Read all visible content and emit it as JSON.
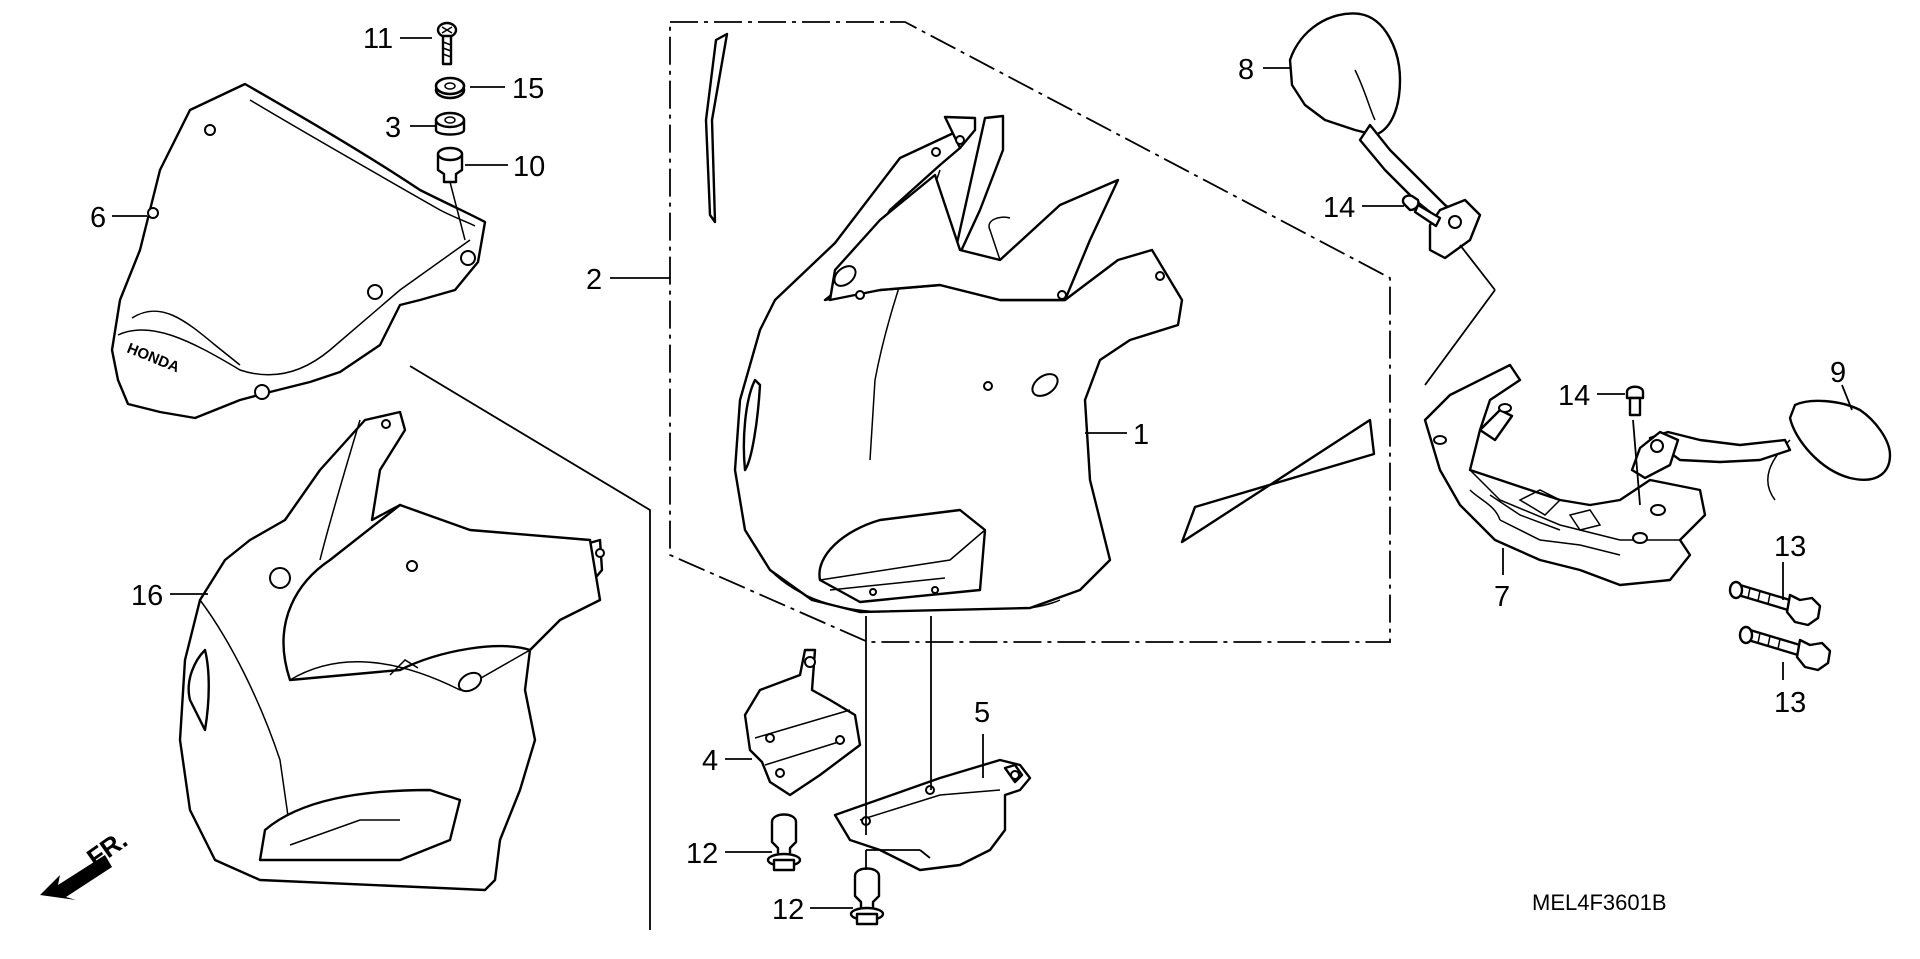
{
  "diagram": {
    "drawing_code": "MEL4F3601B",
    "screen_brand_text": "HONDA",
    "direction_label": "FR.",
    "callouts": {
      "upper_cowl": "1",
      "upper_cowl_set": "2",
      "screen_grommet": "3",
      "left_inner_cover": "4",
      "right_inner_cover": "5",
      "windscreen": "6",
      "cowl_stay": "7",
      "left_mirror": "8",
      "right_mirror": "9",
      "screen_collar": "10",
      "screen_screw": "11",
      "clip_left": "12",
      "clip_right": "12",
      "bolt_upper": "13",
      "bolt_lower": "13",
      "mirror_screw_left": "14",
      "mirror_screw_right": "14",
      "screen_washer": "15",
      "cowl_assembly": "16"
    }
  }
}
